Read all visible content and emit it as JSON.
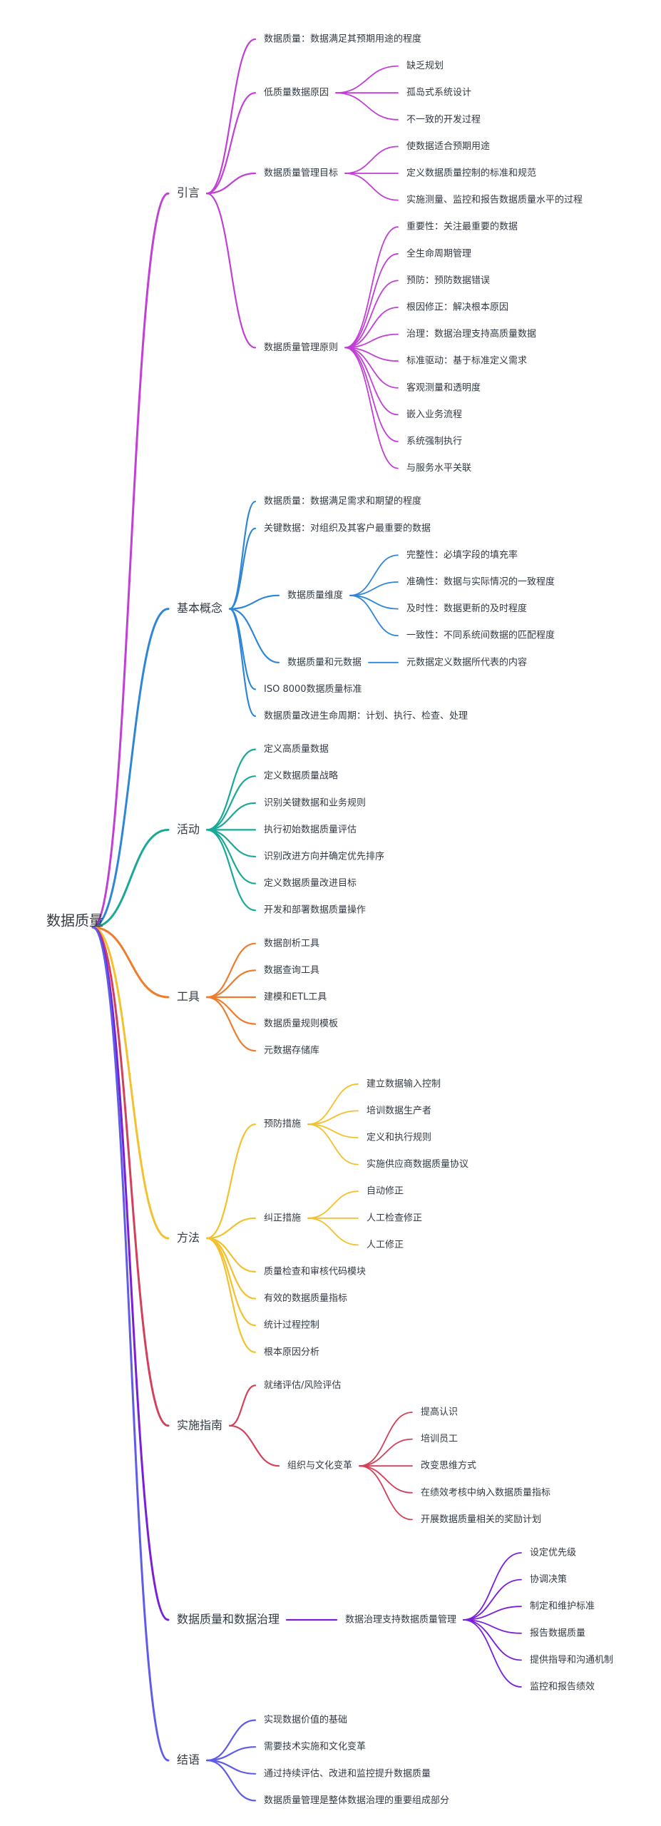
{
  "mindmap": {
    "root": "数据质量",
    "branches": [
      {
        "label": "引言",
        "color": "#c03fd4",
        "children": [
          {
            "label": "数据质量：数据满足其预期用途的程度"
          },
          {
            "label": "低质量数据原因",
            "children": [
              {
                "label": "缺乏规划"
              },
              {
                "label": "孤岛式系统设计"
              },
              {
                "label": "不一致的开发过程"
              }
            ]
          },
          {
            "label": "数据质量管理目标",
            "children": [
              {
                "label": "使数据适合预期用途"
              },
              {
                "label": "定义数据质量控制的标准和规范"
              },
              {
                "label": "实施测量、监控和报告数据质量水平的过程"
              }
            ]
          },
          {
            "label": "数据质量管理原则",
            "children": [
              {
                "label": "重要性：关注最重要的数据"
              },
              {
                "label": "全生命周期管理"
              },
              {
                "label": "预防：预防数据错误"
              },
              {
                "label": "根因修正：解决根本原因"
              },
              {
                "label": "治理：数据治理支持高质量数据"
              },
              {
                "label": "标准驱动：基于标准定义需求"
              },
              {
                "label": "客观测量和透明度"
              },
              {
                "label": "嵌入业务流程"
              },
              {
                "label": "系统强制执行"
              },
              {
                "label": "与服务水平关联"
              }
            ]
          }
        ]
      },
      {
        "label": "基本概念",
        "color": "#2f86d6",
        "children": [
          {
            "label": "数据质量：数据满足需求和期望的程度"
          },
          {
            "label": "关键数据：对组织及其客户最重要的数据"
          },
          {
            "label": "数据质量维度",
            "children": [
              {
                "label": "完整性：必填字段的填充率"
              },
              {
                "label": "准确性：数据与实际情况的一致程度"
              },
              {
                "label": "及时性：数据更新的及时程度"
              },
              {
                "label": "一致性：不同系统间数据的匹配程度"
              }
            ]
          },
          {
            "label": "数据质量和元数据",
            "children": [
              {
                "label": "元数据定义数据所代表的内容"
              }
            ]
          },
          {
            "label": "ISO 8000数据质量标准"
          },
          {
            "label": "数据质量改进生命周期：计划、执行、检查、处理"
          }
        ]
      },
      {
        "label": "活动",
        "color": "#1ca896",
        "children": [
          {
            "label": "定义高质量数据"
          },
          {
            "label": "定义数据质量战略"
          },
          {
            "label": "识别关键数据和业务规则"
          },
          {
            "label": "执行初始数据质量评估"
          },
          {
            "label": "识别改进方向并确定优先排序"
          },
          {
            "label": "定义数据质量改进目标"
          },
          {
            "label": "开发和部署数据质量操作"
          }
        ]
      },
      {
        "label": "工具",
        "color": "#ee7c2f",
        "children": [
          {
            "label": "数据剖析工具"
          },
          {
            "label": "数据查询工具"
          },
          {
            "label": "建模和ETL工具"
          },
          {
            "label": "数据质量规则模板"
          },
          {
            "label": "元数据存储库"
          }
        ]
      },
      {
        "label": "方法",
        "color": "#f2c12e",
        "children": [
          {
            "label": "预防措施",
            "children": [
              {
                "label": "建立数据输入控制"
              },
              {
                "label": "培训数据生产者"
              },
              {
                "label": "定义和执行规则"
              },
              {
                "label": "实施供应商数据质量协议"
              }
            ]
          },
          {
            "label": "纠正措施",
            "children": [
              {
                "label": "自动修正"
              },
              {
                "label": "人工检查修正"
              },
              {
                "label": "人工修正"
              }
            ]
          },
          {
            "label": "质量检查和审核代码模块"
          },
          {
            "label": "有效的数据质量指标"
          },
          {
            "label": "统计过程控制"
          },
          {
            "label": "根本原因分析"
          }
        ]
      },
      {
        "label": "实施指南",
        "color": "#d2405a",
        "children": [
          {
            "label": "就绪评估/风险评估"
          },
          {
            "label": "组织与文化变革",
            "children": [
              {
                "label": "提高认识"
              },
              {
                "label": "培训员工"
              },
              {
                "label": "改变思维方式"
              },
              {
                "label": "在绩效考核中纳入数据质量指标"
              },
              {
                "label": "开展数据质量相关的奖励计划"
              }
            ]
          }
        ]
      },
      {
        "label": "数据质量和数据治理",
        "color": "#7a1fd8",
        "children": [
          {
            "label": "数据治理支持数据质量管理",
            "children": [
              {
                "label": "设定优先级"
              },
              {
                "label": "协调决策"
              },
              {
                "label": "制定和维护标准"
              },
              {
                "label": "报告数据质量"
              },
              {
                "label": "提供指导和沟通机制"
              },
              {
                "label": "监控和报告绩效"
              }
            ]
          }
        ]
      },
      {
        "label": "结语",
        "color": "#5f5ce8",
        "children": [
          {
            "label": "实现数据价值的基础"
          },
          {
            "label": "需要技术实施和文化变革"
          },
          {
            "label": "通过持续评估、改进和监控提升数据质量"
          },
          {
            "label": "数据质量管理是整体数据治理的重要组成部分"
          }
        ]
      }
    ]
  }
}
